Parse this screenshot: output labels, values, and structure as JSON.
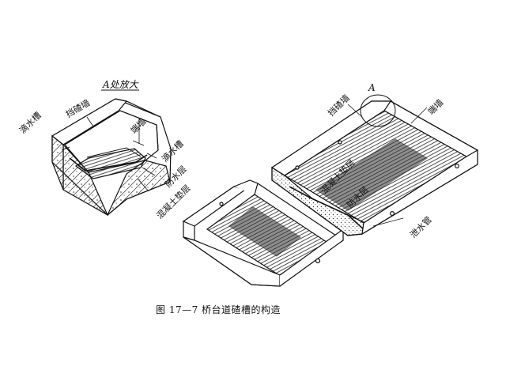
{
  "figure": {
    "caption": "图 17—7    桥台道碴槽的构造",
    "detail_title": "A处放大",
    "detail_marker": "A"
  },
  "detail_labels": {
    "parapet_wall": "挡碴墙",
    "drain_left": "滴水槽",
    "end_wall": "端墙",
    "drain_right": "滴水槽",
    "waterproof": "防水层",
    "concrete_pad": "混凝土垫层"
  },
  "main_labels": {
    "parapet_wall": "挡碴墙",
    "end_wall": "端墙",
    "concrete_pad": "混凝土垫层",
    "waterproof": "防水层",
    "drain_pipe": "泄水管"
  },
  "colors": {
    "ink": "#111111",
    "paper": "#ffffff",
    "hatch": "#333333"
  }
}
